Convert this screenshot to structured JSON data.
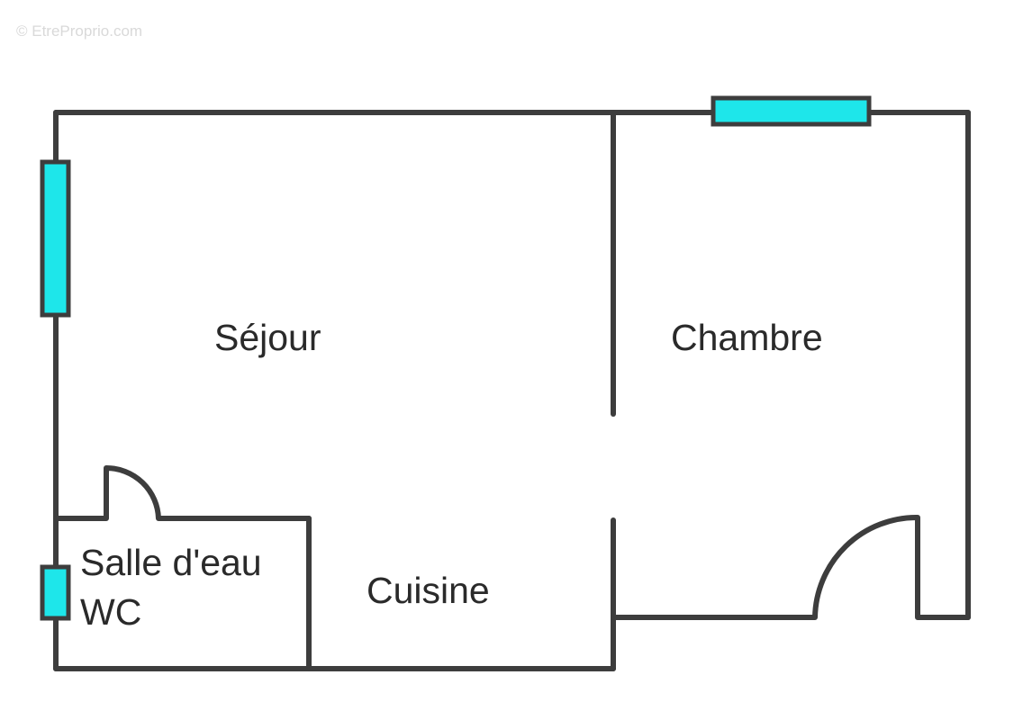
{
  "watermark": "© EtreProprio.com",
  "rooms": {
    "sejour": "Séjour",
    "chambre": "Chambre",
    "salle_line1": "Salle d'eau",
    "salle_line2": "WC",
    "cuisine": "Cuisine"
  },
  "colors": {
    "wall": "#3d3d3d",
    "window": "#1ee6ea",
    "background": "#ffffff"
  }
}
